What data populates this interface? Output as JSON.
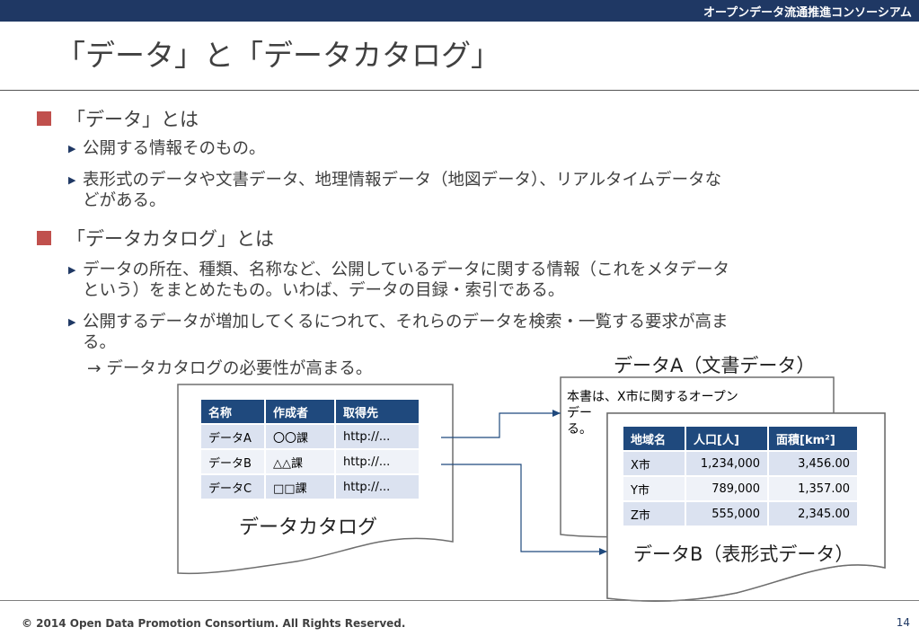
{
  "header": {
    "org": "オープンデータ流通推進コンソーシアム"
  },
  "title": "「データ」と「データカタログ」",
  "sections": [
    {
      "heading": "「データ」とは",
      "bullets": [
        [
          "公開する情報そのもの。"
        ],
        [
          "表形式のデータや文書データ、地理情報データ（地図データ）、リアルタイムデータな",
          "どがある。"
        ]
      ]
    },
    {
      "heading": "「データカタログ」とは",
      "bullets": [
        [
          "データの所在、種類、名称など、公開しているデータに関する情報（これをメタデータ",
          "という）をまとめたもの。いわば、データの目録・索引である。"
        ],
        [
          "公開するデータが増加してくるにつれて、それらのデータを検索・一覧する要求が高ま",
          "る。"
        ]
      ],
      "sub": "→ データカタログの必要性が高まる。"
    }
  ],
  "catalog": {
    "headers": [
      "名称",
      "作成者",
      "取得先"
    ],
    "rows": [
      [
        "データA",
        "〇〇課",
        "http://..."
      ],
      [
        "データB",
        "△△課",
        "http://..."
      ],
      [
        "データC",
        "□□課",
        "http://..."
      ]
    ],
    "caption": "データカタログ"
  },
  "doc_a": {
    "label": "データA（文書データ）",
    "lines": [
      "本書は、X市に関するオープン",
      "デー",
      "る。"
    ]
  },
  "doc_b": {
    "headers": [
      "地域名",
      "人口[人]",
      "面積[km²]"
    ],
    "rows": [
      [
        "X市",
        "1,234,000",
        "3,456.00"
      ],
      [
        "Y市",
        "789,000",
        "1,357.00"
      ],
      [
        "Z市",
        "555,000",
        "2,345.00"
      ]
    ],
    "caption": "データB（表形式データ）"
  },
  "footer": {
    "copyright": "© 2014 Open Data Promotion Consortium. All Rights Reserved.",
    "page": "14"
  },
  "colors": {
    "header_bar": "#1f3864",
    "bullet_square": "#c0504d",
    "table_header": "#1f497d",
    "row_odd": "#dbe2f0",
    "row_even": "#eff2f8"
  }
}
